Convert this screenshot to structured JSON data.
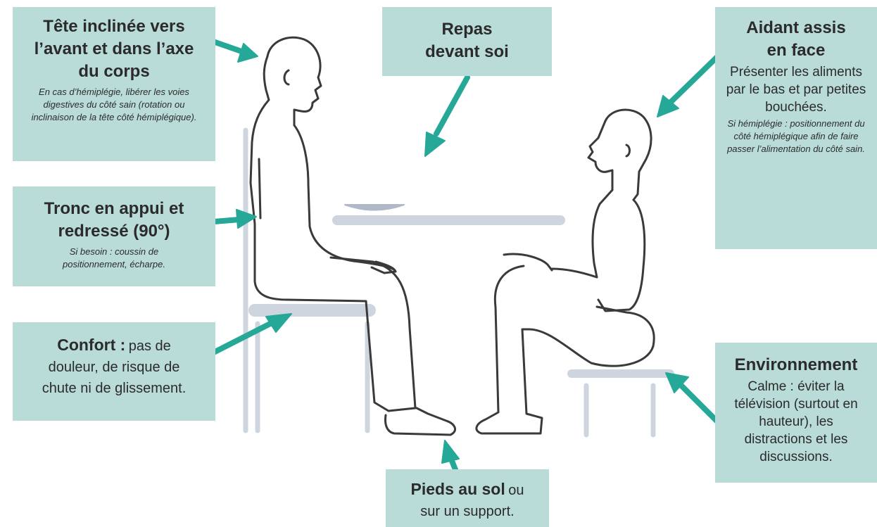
{
  "colors": {
    "box_bg": "#b9dcd8",
    "arrow": "#26a898",
    "line": "#3a3a3a",
    "furniture": "#cfd5df"
  },
  "boxes": {
    "head": {
      "title": "Tête inclinée vers l’avant et dans l’axe du corps",
      "note": "En cas d’hémiplégie, libérer les voies digestives du côté sain (rotation ou inclinaison de la tête côté hémiplégique)."
    },
    "trunk": {
      "title": "Tronc en appui et redressé (90°)",
      "note": "Si besoin : coussin de positionnement, écharpe."
    },
    "comfort": {
      "title": "Confort :",
      "text": "pas de douleur, de risque de chute ni de glissement."
    },
    "meal": {
      "title": "Repas devant soi"
    },
    "helper": {
      "title": "Aidant assis en face",
      "text": "Présenter les aliments par le bas et par petites bouchées.",
      "note": "Si hémiplégie : positionnement du côté hémiplégique afin de faire passer l’alimentation du côté sain."
    },
    "environment": {
      "title": "Environnement",
      "text": "Calme : éviter la télévision (surtout en hauteur), les distractions et les discussions."
    },
    "feet": {
      "title": "Pieds au sol",
      "text": "ou sur un support."
    }
  }
}
